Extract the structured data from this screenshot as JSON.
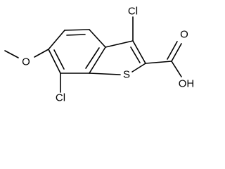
{
  "molecule": {
    "labels": {
      "cl_top": "Cl",
      "cl_bottom": "Cl",
      "sulfur": "S",
      "methoxy_o": "O",
      "carbonyl_o": "O",
      "hydroxyl": "OH"
    }
  }
}
